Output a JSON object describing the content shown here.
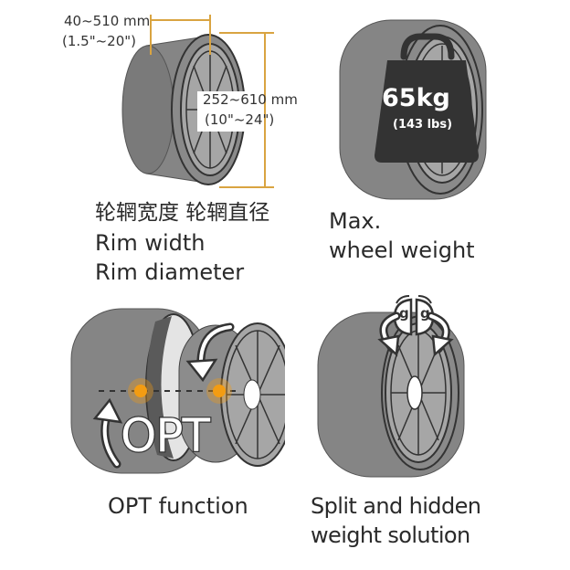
{
  "panels": {
    "rim_size": {
      "rim_width_range": "40~510 mm",
      "rim_width_inches": "(1.5\"~20\")",
      "rim_diameter_range": "252~610 mm",
      "rim_diameter_inches": "(10\"~24\")",
      "caption_zh": "轮辋宽度 轮辋直径",
      "caption_line1": "Rim width",
      "caption_line2": "Rim diameter"
    },
    "max_weight": {
      "weight_kg": "65kg",
      "weight_lbs": "(143 lbs)",
      "caption_line1": "Max.",
      "caption_line2": "wheel weight"
    },
    "opt": {
      "overlay_text": "OPT",
      "caption": "OPT function"
    },
    "split_weight": {
      "weight_letter_left": "g",
      "weight_letter_right": "g",
      "caption_line1": "Split and hidden",
      "caption_line2": "weight solution"
    }
  },
  "colors": {
    "tire": "#858585",
    "tire_dark": "#5e5e5e",
    "rim": "#a3a3a3",
    "outline": "#333333",
    "dimension_line": "#d9a441",
    "highlight": "#f39c12"
  }
}
